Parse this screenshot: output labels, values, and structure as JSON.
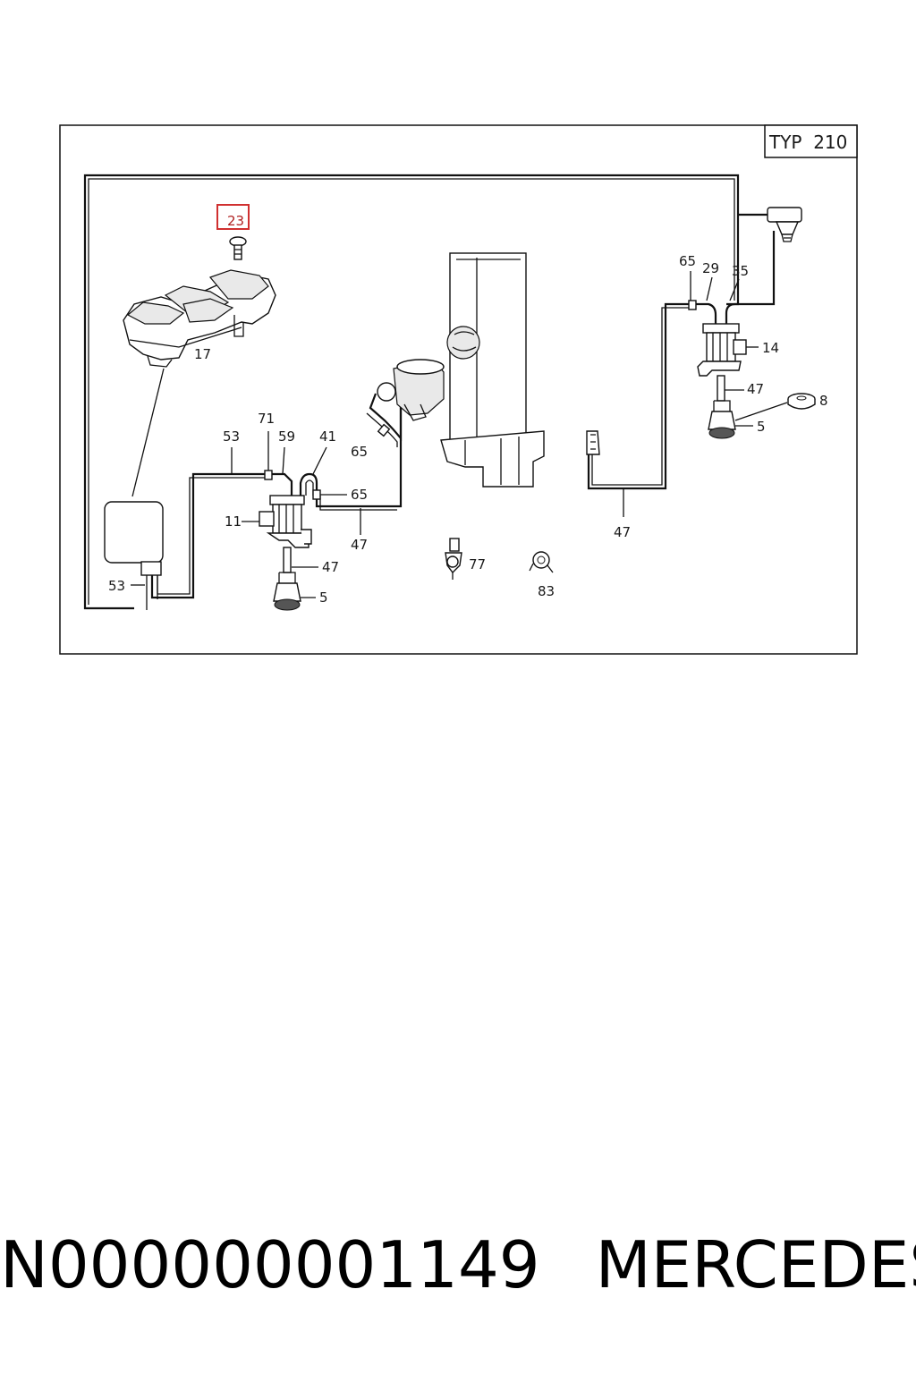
{
  "diagram": {
    "type_label": "TYP  210",
    "highlighted_part": "23",
    "part_labels": {
      "p23": "23",
      "p17": "17",
      "p71": "71",
      "p53_top": "53",
      "p59": "59",
      "p41": "41",
      "p65_left": "65",
      "p65_mid": "65",
      "p11": "11",
      "p47_left_low": "47",
      "p47_left_mid": "47",
      "p53_bottom": "53",
      "p5_left": "5",
      "p77": "77",
      "p83": "83",
      "p47_right_low": "47",
      "p65_right": "65",
      "p29": "29",
      "p35": "35",
      "p14": "14",
      "p47_right_mid": "47",
      "p8": "8",
      "p5_right": "5"
    },
    "highlight_color": "#d03030"
  },
  "footer": {
    "part_number": "N000000001149",
    "brand": "MERCEDES"
  }
}
